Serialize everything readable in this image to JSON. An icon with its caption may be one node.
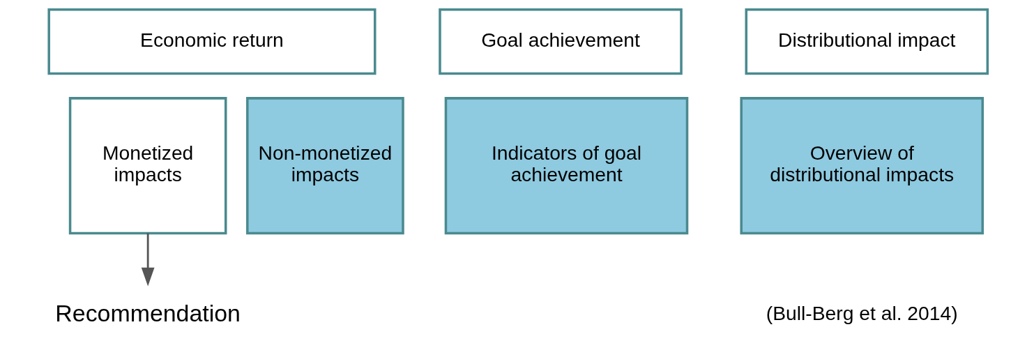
{
  "diagram": {
    "nodes": [
      {
        "text": [
          "Economic return"
        ]
      },
      {
        "text": [
          "Monetized impacts"
        ]
      },
      {
        "text": [
          "Non-monetized impacts"
        ]
      },
      {
        "text": [
          "Goal achievement"
        ]
      },
      {
        "text": [
          "Indicators of goal achievement"
        ]
      },
      {
        "text": [
          "Distributional impact"
        ]
      },
      {
        "text": [
          "Overview of distributional impacts"
        ]
      },
      {
        "text": [
          "Recommendation"
        ]
      }
    ],
    "edges": [
      {
        "from": 1,
        "to": 7,
        "arrow": "to"
      }
    ],
    "labels": [
      "(Bull-Berg et al. 2014)"
    ]
  }
}
